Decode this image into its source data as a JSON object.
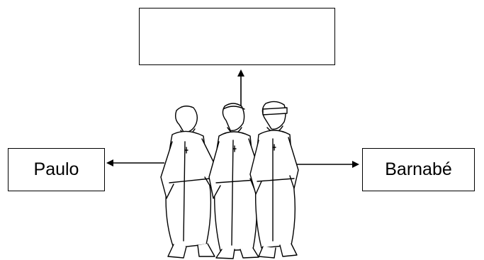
{
  "diagram": {
    "top_box_label": "",
    "left_box_label": "Paulo",
    "right_box_label": "Barnabé"
  },
  "illustration": {
    "subject": "three-men-walking",
    "icon": "three-apostles-line-drawing"
  },
  "colors": {
    "line": "#000000",
    "background": "#ffffff"
  }
}
